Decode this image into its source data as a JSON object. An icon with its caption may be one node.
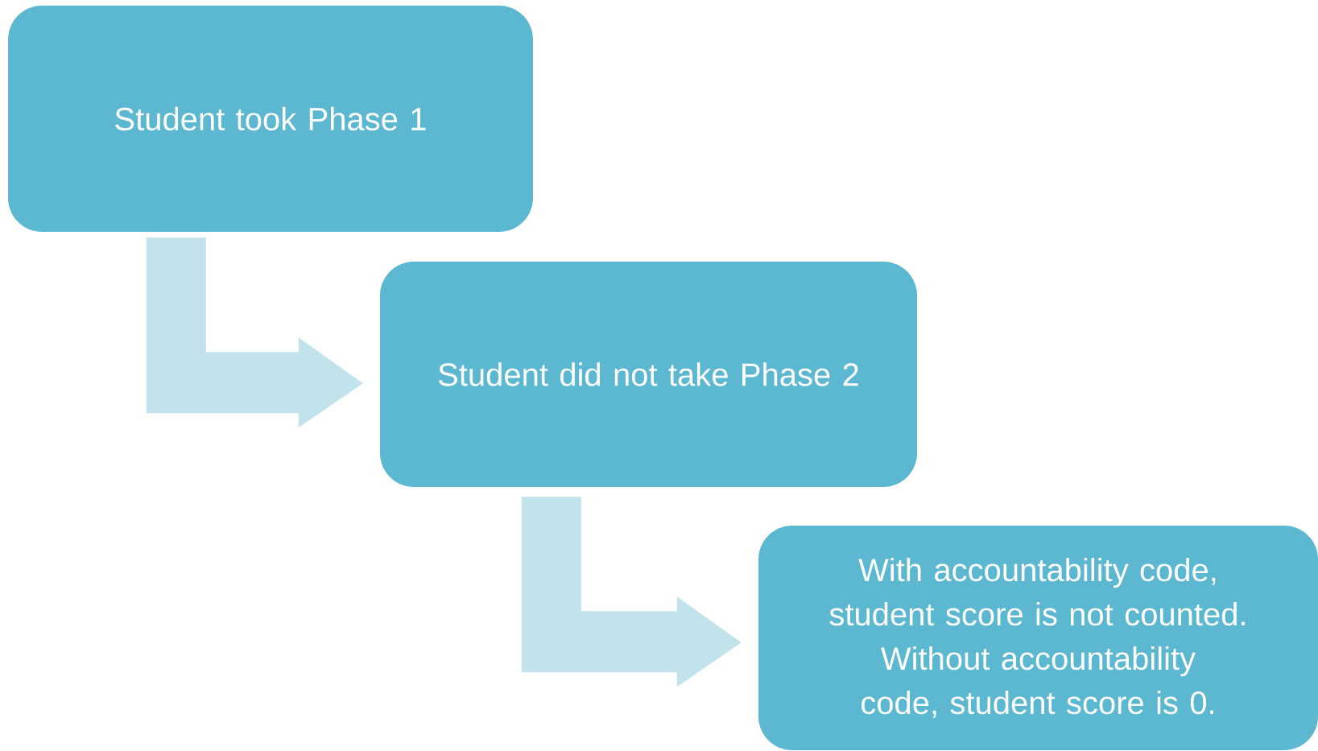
{
  "diagram": {
    "nodes": [
      {
        "text": [
          "Student took Phase 1"
        ]
      },
      {
        "text": [
          "Student did not take Phase 2"
        ]
      },
      {
        "text": [
          "With accountability code, student score is not counted. Without accountability code, student score is 0."
        ]
      }
    ],
    "edges": [
      {
        "from": 0,
        "to": 1,
        "arrow": "to"
      },
      {
        "from": 1,
        "to": 2,
        "arrow": "to"
      }
    ]
  }
}
